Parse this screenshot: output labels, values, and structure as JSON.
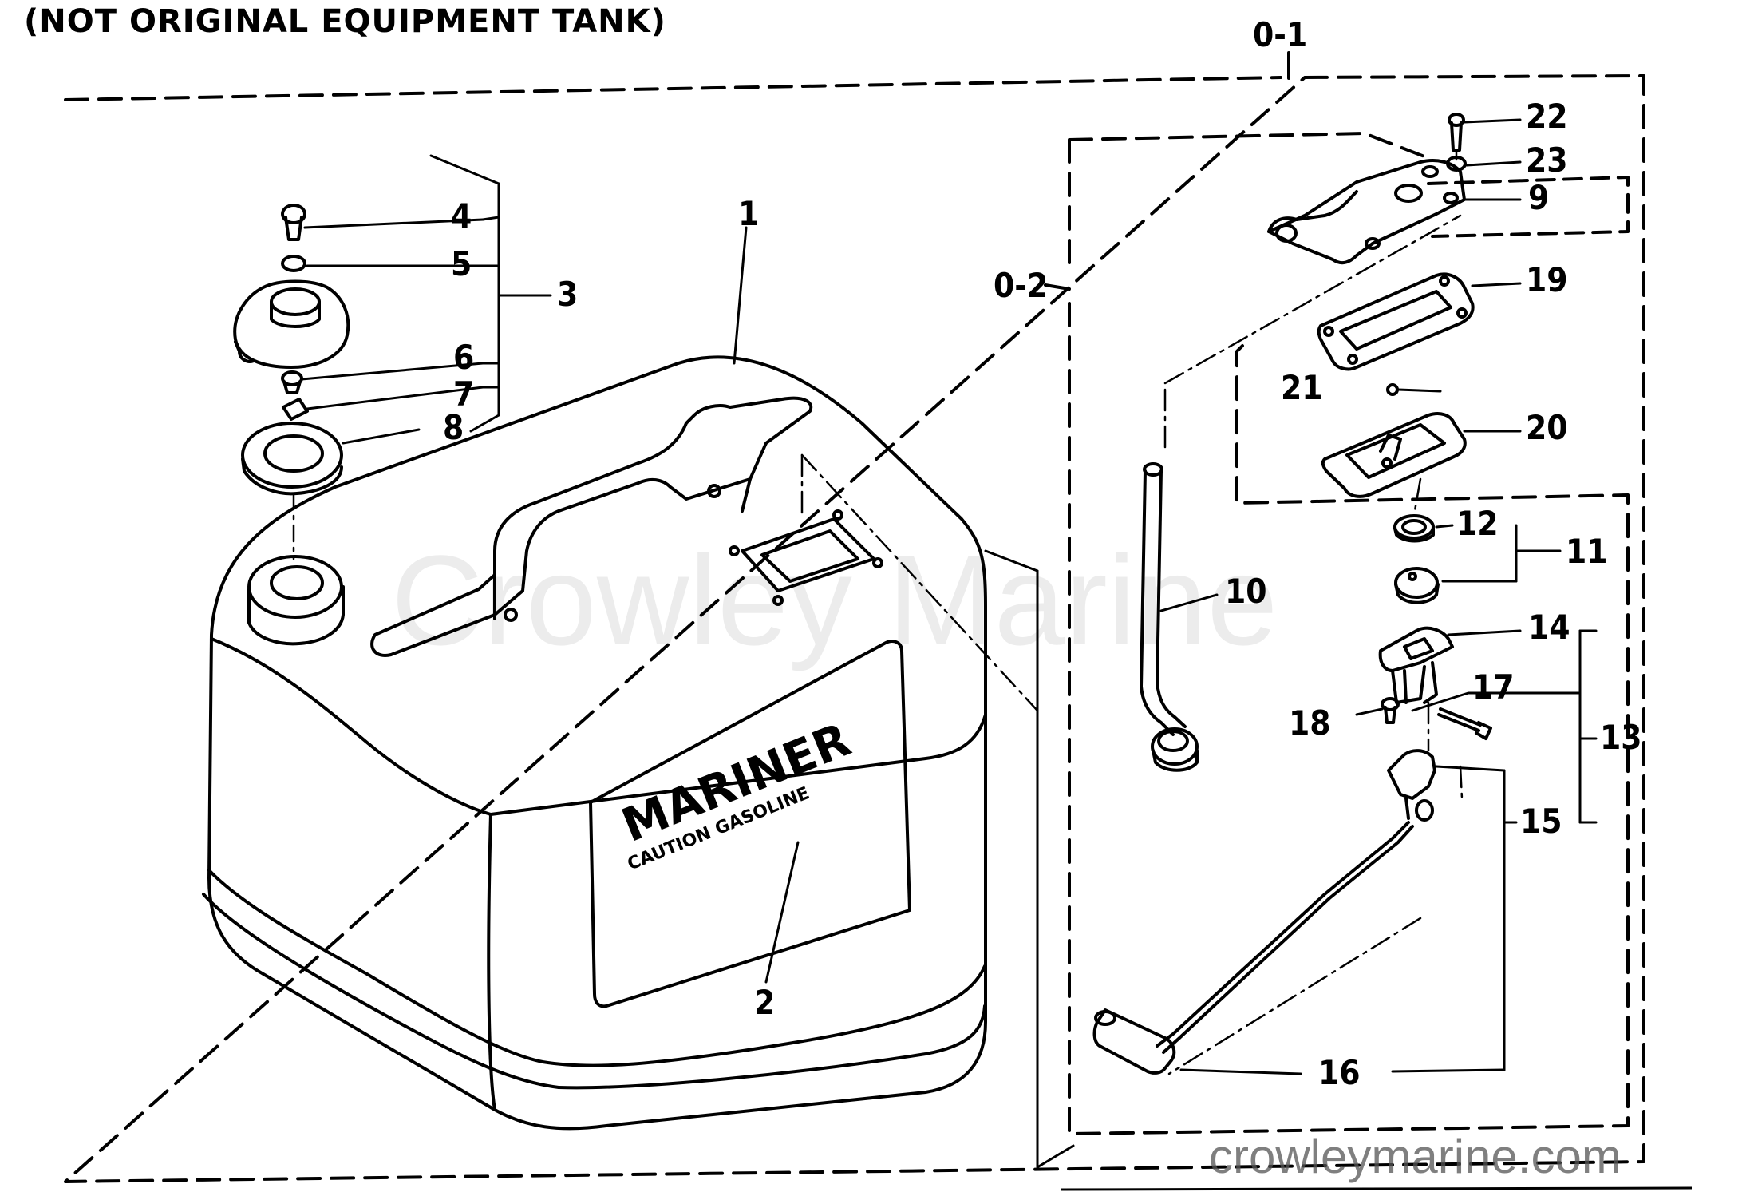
{
  "header": {
    "title": "(NOT ORIGINAL EQUIPMENT TANK)"
  },
  "watermark": {
    "text": "Crowley Marine"
  },
  "footer": {
    "site": "crowleymarine.com"
  },
  "decal": {
    "brand": "MARINER",
    "caution": "CAUTION GASOLINE"
  },
  "groups": {
    "o1": "0-1",
    "o2": "0-2"
  },
  "callouts": {
    "c1": "1",
    "c2": "2",
    "c3": "3",
    "c4": "4",
    "c5": "5",
    "c6": "6",
    "c7": "7",
    "c8": "8",
    "c9": "9",
    "c10": "10",
    "c11": "11",
    "c12": "12",
    "c13": "13",
    "c14": "14",
    "c15": "15",
    "c16": "16",
    "c17": "17",
    "c18": "18",
    "c19": "19",
    "c20": "20",
    "c21": "21",
    "c22": "22",
    "c23": "23"
  }
}
